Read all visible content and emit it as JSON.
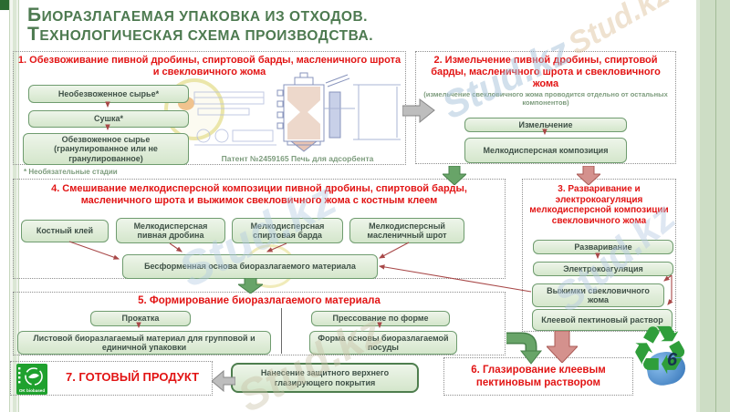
{
  "watermark": "Stud.kz",
  "page_number": "6",
  "title": {
    "line1": "Биоразлагаемая упаковка из отходов.",
    "line2": "Технологическая схема производства."
  },
  "colors": {
    "accent_red": "#e21414",
    "title_green": "#4d7a50",
    "box_border_green": "#6f9c6f",
    "box_fill_green": "#dcead4",
    "logo_green": "#1fa12e",
    "sidebar_green": "#cdddc5"
  },
  "sections": {
    "s1": {
      "header": "1. Обезвоживание пивной дробины, спиртовой барды, масленичного шрота и свекловичного жома",
      "boxes": [
        "Необезвоженное сырье*",
        "Сушка*",
        "Обезвоженное сырье (гранулированное или не гранулированное)"
      ],
      "patent_caption": "Патент №2459165  Печь для адсорбента",
      "footnote": "* Необязательные стадии"
    },
    "s2": {
      "header": "2. Измельчение пивной дробины, спиртовой барды, масленичного шрота и свекловичного жома",
      "note": "(измельчение свекловичного жома проводится отдельно от остальных компонентов)",
      "boxes": [
        "Измельчение",
        "Мелкодисперсная композиция"
      ]
    },
    "s3": {
      "header": "3. Разваривание и электрокоагуляция мелкодисперсной композиции свекловичного жома",
      "boxes": [
        "Разваривание",
        "Электрокоагуляция",
        "Выжимки свекловичного жома",
        "Клеевой пектиновый раствор"
      ]
    },
    "s4": {
      "header": "4. Смешивание  мелкодисперсной композиции пивной дробины, спиртовой барды, масленичного шрота и выжимок свекловичного жома с костным клеем",
      "inputs": [
        "Костный клей",
        "Мелкодисперсная пивная дробина",
        "Мелкодисперсная спиртовая барда",
        "Мелкодисперсный масленичный шрот"
      ],
      "result": "Бесформенная основа биоразлагаемого материала"
    },
    "s5": {
      "header": "5. Формирование биоразлагаемого материала",
      "left_step": "Прокатка",
      "left_result": "Листовой биоразлагаемый материал для групповой и единичной упаковки",
      "right_step": "Прессование по форме",
      "right_result": "Форма основы биоразлагаемой посуды"
    },
    "s6": {
      "header": "6. Глазирование клеевым пектиновым раствором"
    },
    "s7": {
      "header": "7. ГОТОВЫЙ ПРОДУКТ",
      "coating_box": "Нанесение защитного верхнего глазирующего покрытия",
      "logo_text": "OK biobased"
    }
  }
}
